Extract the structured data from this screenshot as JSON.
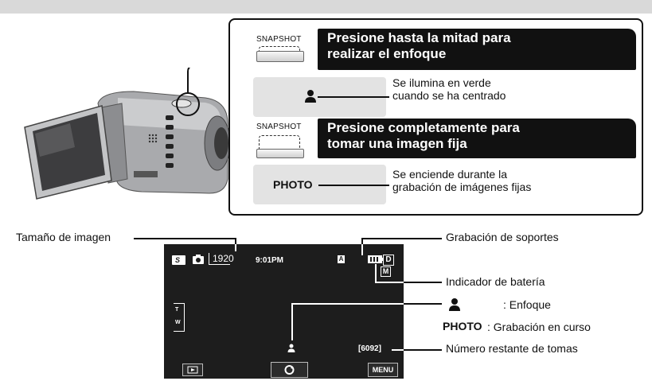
{
  "panel": {
    "snapshot_label_1": "SNAPSHOT",
    "step1_text_line1": "Presione hasta la mitad para",
    "step1_text_line2": "realizar el enfoque",
    "focus_note_line1": "Se ilumina en verde",
    "focus_note_line2": "cuando se ha centrado",
    "snapshot_label_2": "SNAPSHOT",
    "step2_text_line1": "Presione completamente para",
    "step2_text_line2": "tomar una imagen fija",
    "photo_label": "PHOTO",
    "photo_note_line1": "Se enciende durante la",
    "photo_note_line2": "grabación de imágenes fijas"
  },
  "screen": {
    "image_size_value": "1920",
    "time": "9:01PM",
    "media_letter": "A",
    "media_d": "D",
    "media_m": "M",
    "zoom_t": "T",
    "zoom_w": "W",
    "remaining_shots": "[6092]",
    "menu_label": "MENU"
  },
  "callouts": {
    "image_size": "Tamaño de imagen",
    "media_recording": "Grabación de soportes",
    "battery": "Indicador de batería",
    "focus_value": ": Enfoque",
    "photo_word": "PHOTO",
    "photo_value": ": Grabación en curso",
    "remaining": "Número restante de tomas"
  },
  "icons": [
    "camera-body",
    "shutter-button",
    "person-icon",
    "still-camera-icon",
    "battery-icon",
    "play-icon",
    "snapshot-rotate-icon"
  ]
}
